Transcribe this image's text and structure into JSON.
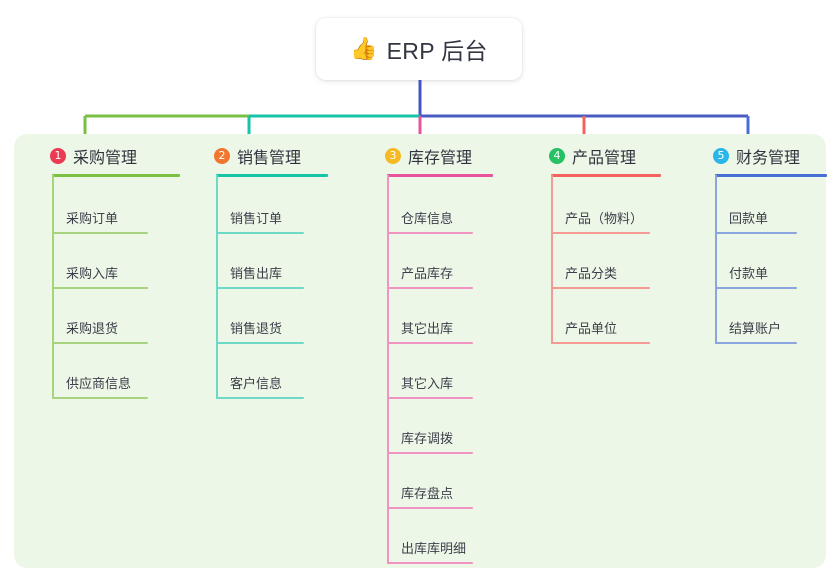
{
  "root": {
    "icon": "thumbs-up-icon",
    "icon_glyph": "👍",
    "title": "ERP 后台"
  },
  "theme": {
    "page_background": "#ffffff",
    "panel_background": "#edf7e8",
    "card_background": "#ffffff",
    "title_text": "#333742",
    "heading_text": "#2f333d",
    "leaf_text": "#3a3f49",
    "trunk": "#4455c0"
  },
  "bus": {
    "segments": [
      {
        "name": "left-green",
        "color": "#7ac143"
      },
      {
        "name": "mid-teal",
        "color": "#16c4a8"
      },
      {
        "name": "right-indigo",
        "color": "#4a5bc4"
      }
    ]
  },
  "columns": [
    {
      "number": "1",
      "title": "采购管理",
      "badge_color": "#ea3b52",
      "line_color": "#7ac143",
      "leaf_line_color": "#a8d37e",
      "items": [
        "采购订单",
        "采购入库",
        "采购退货",
        "供应商信息"
      ]
    },
    {
      "number": "2",
      "title": "销售管理",
      "badge_color": "#f2762e",
      "line_color": "#16c4a8",
      "leaf_line_color": "#6fd9c8",
      "items": [
        "销售订单",
        "销售出库",
        "销售退货",
        "客户信息"
      ]
    },
    {
      "number": "3",
      "title": "库存管理",
      "badge_color": "#f5b921",
      "line_color": "#e8549c",
      "leaf_line_color": "#f093c0",
      "items": [
        "仓库信息",
        "产品库存",
        "其它出库",
        "其它入库",
        "库存调拨",
        "库存盘点",
        "出库库明细"
      ]
    },
    {
      "number": "4",
      "title": "产品管理",
      "badge_color": "#25c162",
      "line_color": "#f4645d",
      "leaf_line_color": "#f59a93",
      "items": [
        "产品（物料）",
        "产品分类",
        "产品单位"
      ]
    },
    {
      "number": "5",
      "title": "财务管理",
      "badge_color": "#29b6e8",
      "line_color": "#4a6fd4",
      "leaf_line_color": "#8aa5e0",
      "items": [
        "回款单",
        "付款单",
        "结算账户"
      ]
    }
  ]
}
